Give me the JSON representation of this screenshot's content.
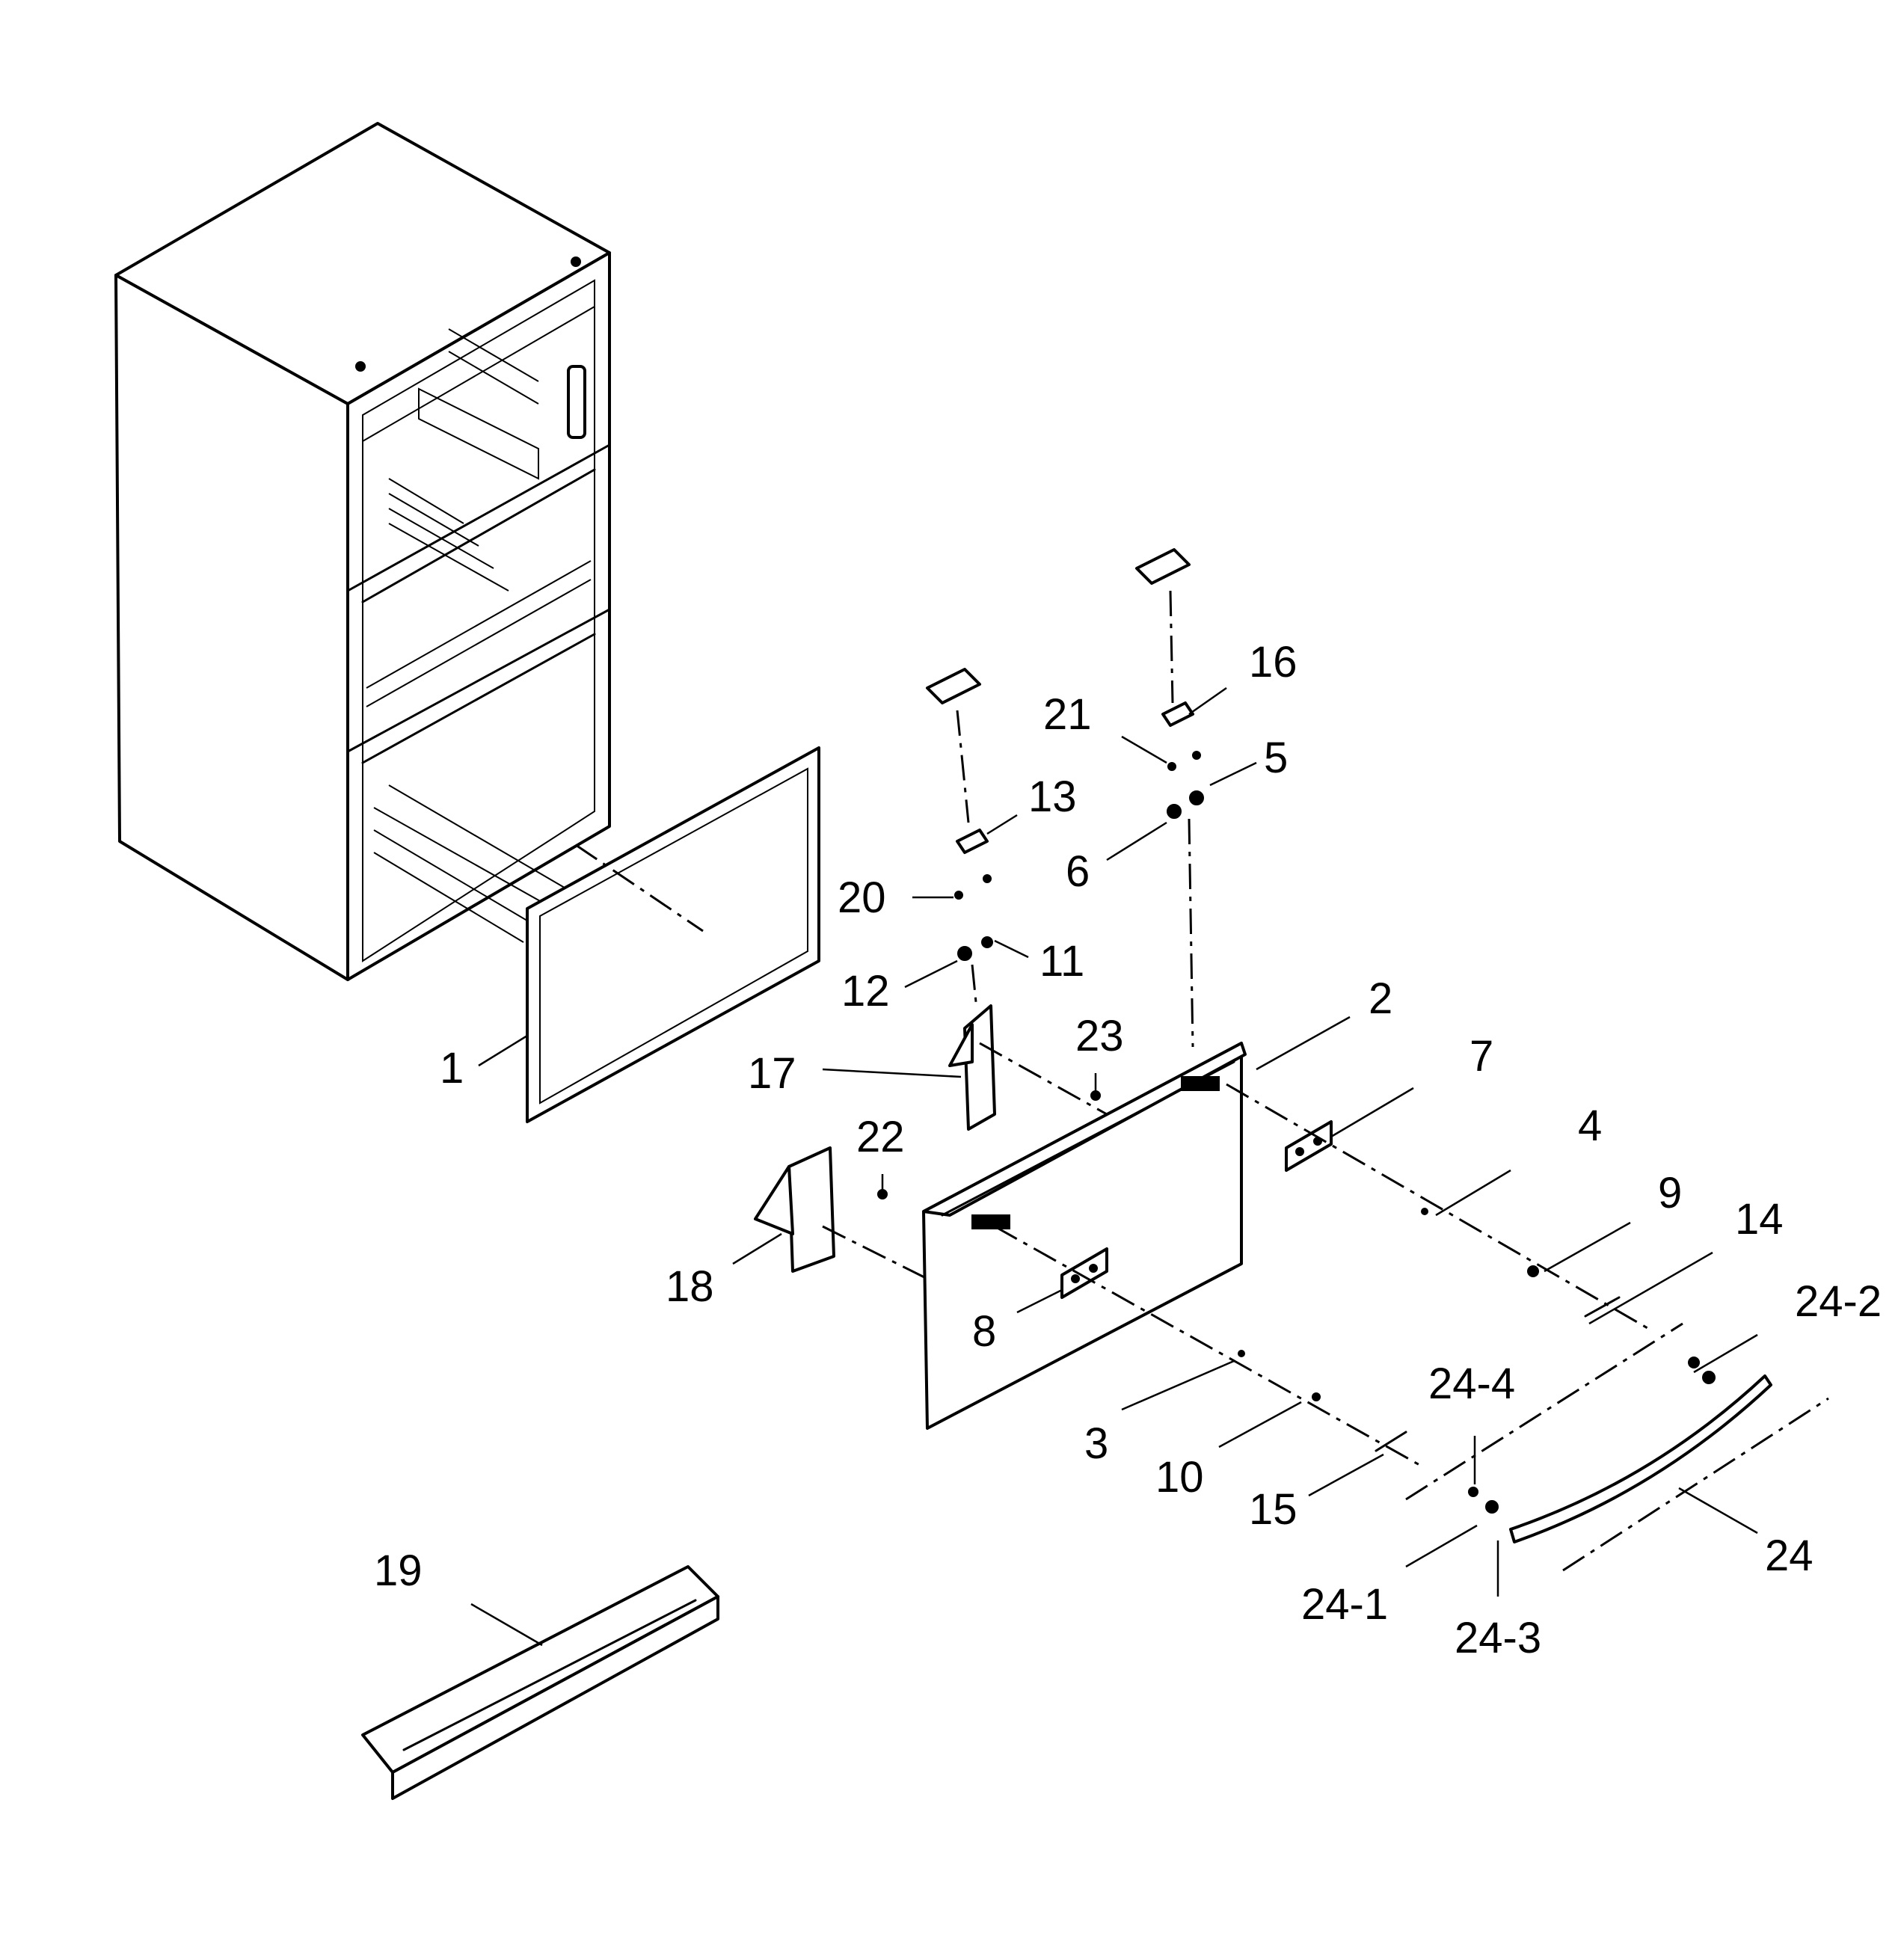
{
  "callouts": [
    {
      "id": "1",
      "text": "1"
    },
    {
      "id": "2",
      "text": "2"
    },
    {
      "id": "3",
      "text": "3"
    },
    {
      "id": "4",
      "text": "4"
    },
    {
      "id": "5",
      "text": "5"
    },
    {
      "id": "6",
      "text": "6"
    },
    {
      "id": "7",
      "text": "7"
    },
    {
      "id": "8",
      "text": "8"
    },
    {
      "id": "9",
      "text": "9"
    },
    {
      "id": "10",
      "text": "10"
    },
    {
      "id": "11",
      "text": "11"
    },
    {
      "id": "12",
      "text": "12"
    },
    {
      "id": "13",
      "text": "13"
    },
    {
      "id": "14",
      "text": "14"
    },
    {
      "id": "15",
      "text": "15"
    },
    {
      "id": "16",
      "text": "16"
    },
    {
      "id": "17",
      "text": "17"
    },
    {
      "id": "18",
      "text": "18"
    },
    {
      "id": "19",
      "text": "19"
    },
    {
      "id": "20",
      "text": "20"
    },
    {
      "id": "21",
      "text": "21"
    },
    {
      "id": "22",
      "text": "22"
    },
    {
      "id": "23",
      "text": "23"
    },
    {
      "id": "24",
      "text": "24"
    },
    {
      "id": "24-1",
      "text": "24-1"
    },
    {
      "id": "24-2",
      "text": "24-2"
    },
    {
      "id": "24-3",
      "text": "24-3"
    },
    {
      "id": "24-4",
      "text": "24-4"
    }
  ],
  "line_color": "#000000",
  "background_color": "#ffffff"
}
